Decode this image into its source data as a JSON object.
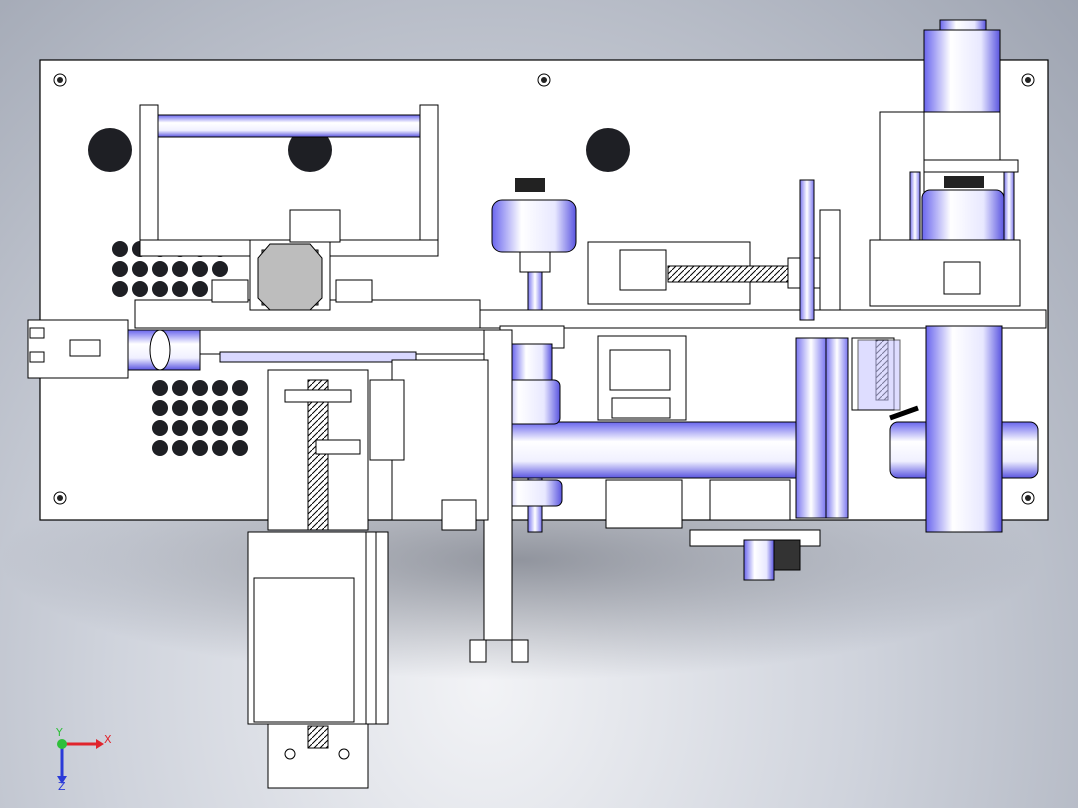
{
  "viewport": {
    "background_colors": [
      "#9ea4b1",
      "#cfd3dc",
      "#f2f3f6"
    ],
    "model_line_color": "#000000",
    "model_fill_color": "#ffffff",
    "shade_color": "#6a66ee",
    "hole_color": "#1e1f24"
  },
  "axis_triad": {
    "x_label": "X",
    "y_label": "Y",
    "z_label": "Z",
    "x_color": "#e0242c",
    "y_color": "#2fbf3a",
    "z_color": "#2a3ad8"
  }
}
